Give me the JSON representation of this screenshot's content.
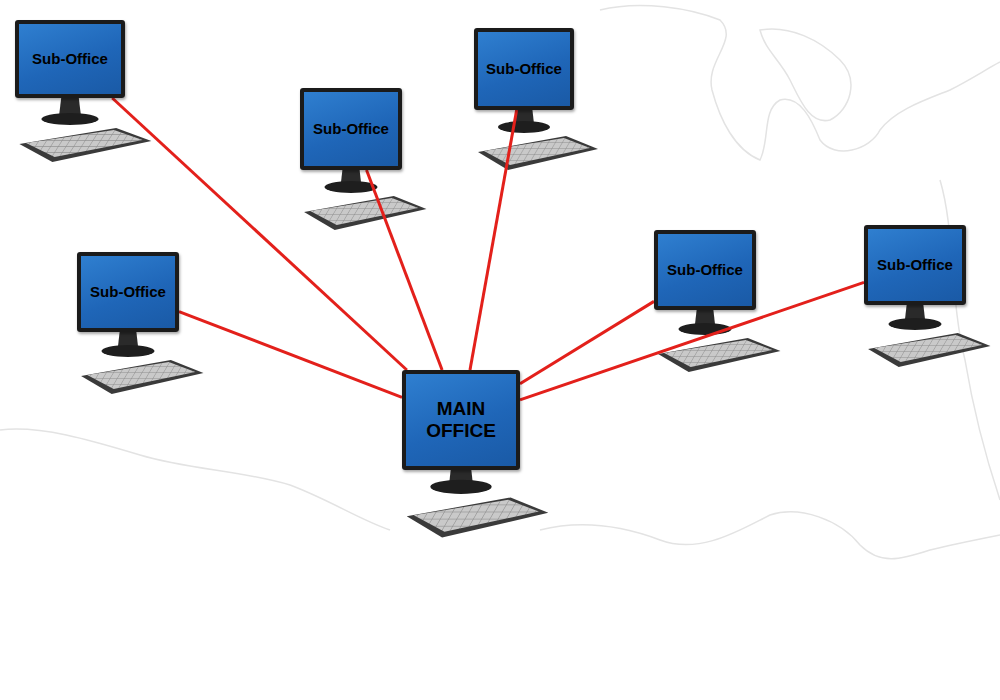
{
  "diagram": {
    "nodes": [
      {
        "text": [
          "Sub-Office"
        ]
      },
      {
        "text": [
          "Sub-Office"
        ]
      },
      {
        "text": [
          "Sub-Office"
        ]
      },
      {
        "text": [
          "Sub-Office"
        ]
      },
      {
        "text": [
          "Sub-Office"
        ]
      },
      {
        "text": [
          "Sub-Office"
        ]
      },
      {
        "text": [
          "MAIN OFFICE"
        ]
      }
    ],
    "edges": [
      {
        "from": 0,
        "to": 6,
        "arrow": "none"
      },
      {
        "from": 1,
        "to": 6,
        "arrow": "none"
      },
      {
        "from": 2,
        "to": 6,
        "arrow": "none"
      },
      {
        "from": 3,
        "to": 6,
        "arrow": "none"
      },
      {
        "from": 4,
        "to": 6,
        "arrow": "none"
      },
      {
        "from": 5,
        "to": 6,
        "arrow": "none"
      }
    ]
  }
}
